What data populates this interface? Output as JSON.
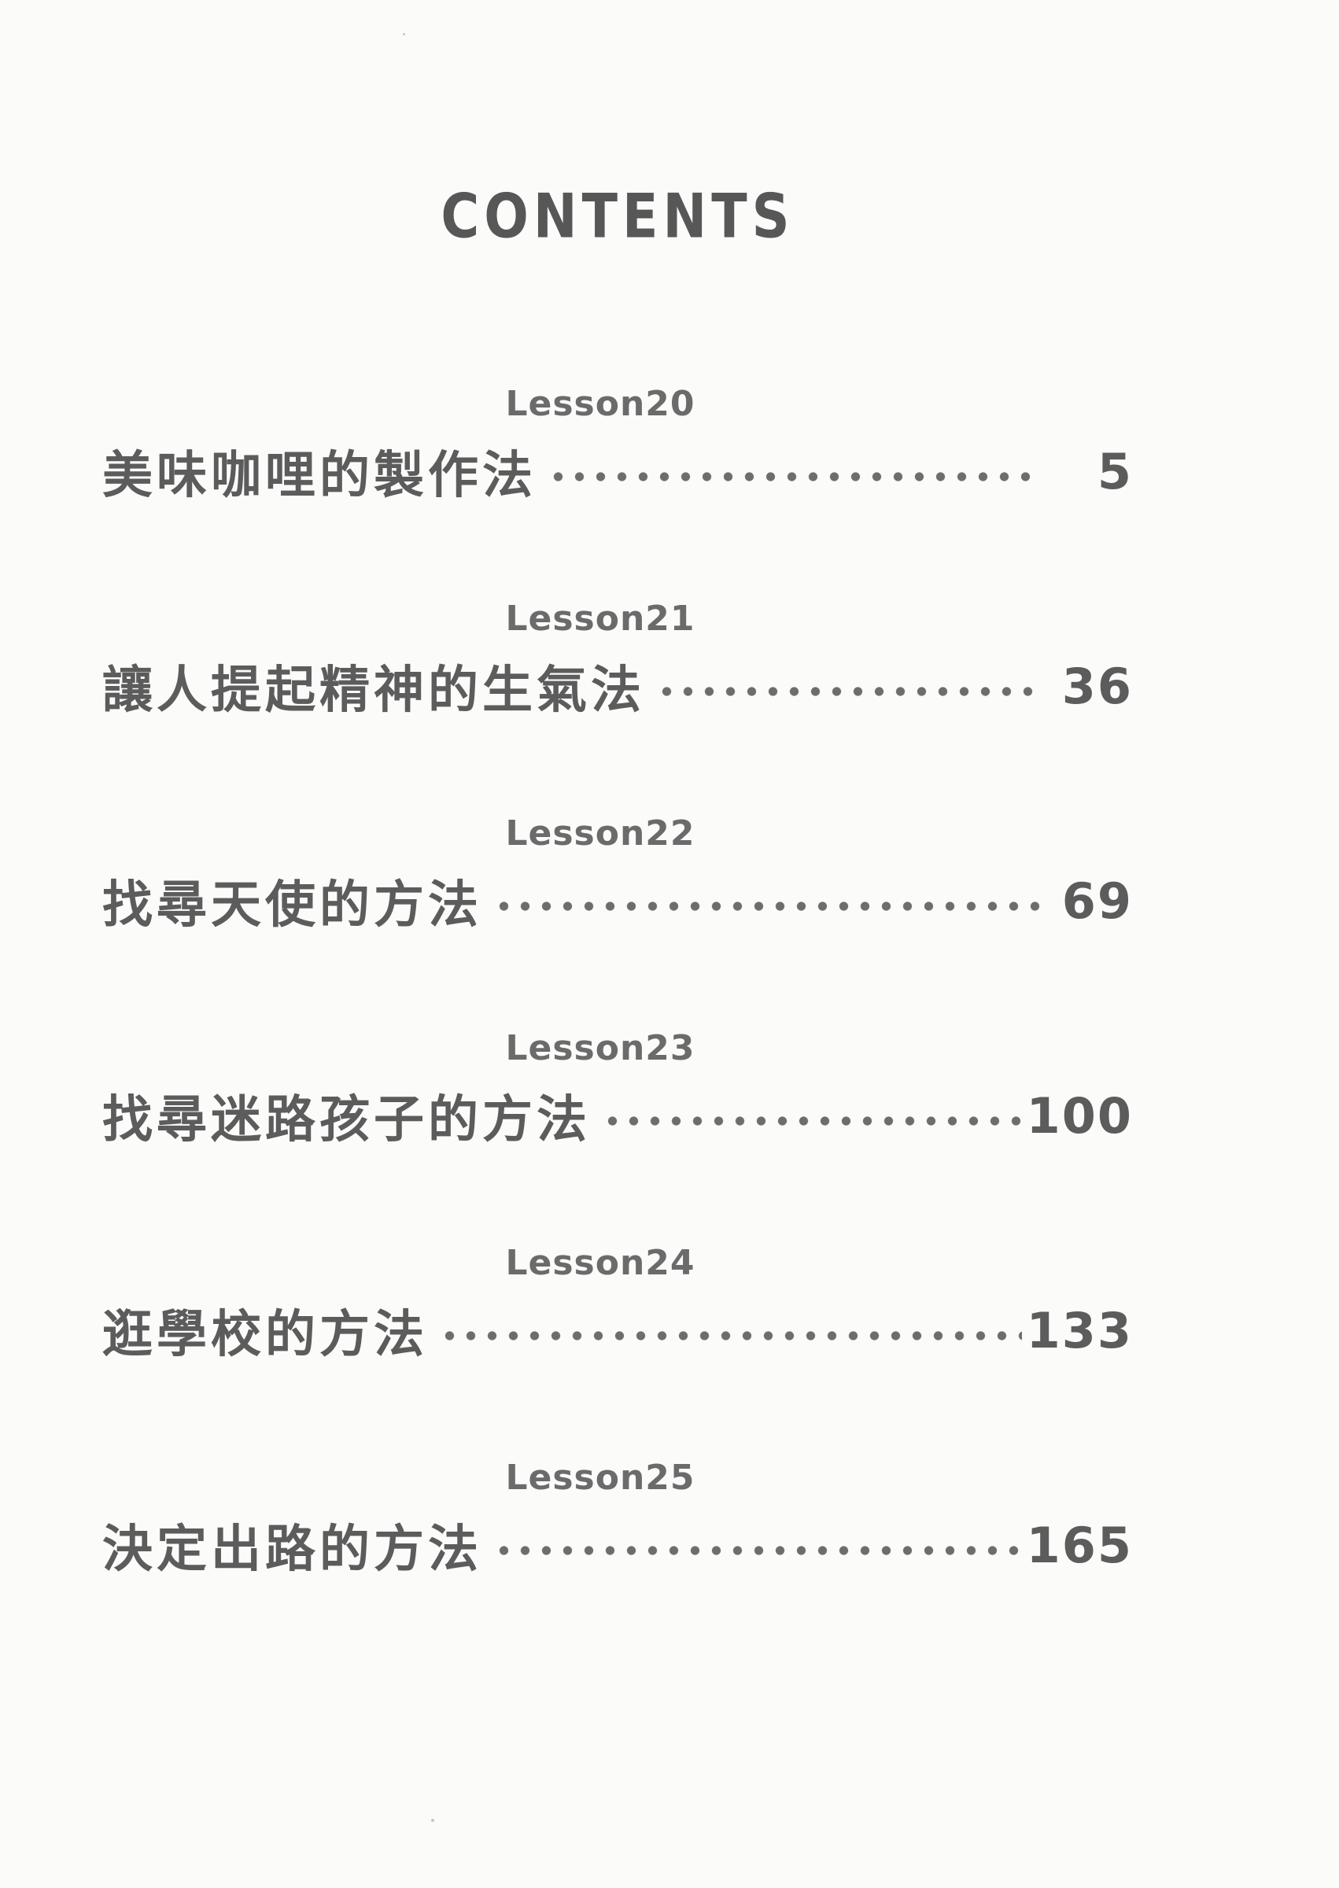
{
  "page": {
    "title": "CONTENTS",
    "text_color": "#5c5c5c",
    "paper_color": "#fbfbfa"
  },
  "toc": {
    "entries": [
      {
        "lesson": "Lesson20",
        "title": "美味咖哩的製作法",
        "page": "5"
      },
      {
        "lesson": "Lesson21",
        "title": "讓人提起精神的生氣法",
        "page": "36"
      },
      {
        "lesson": "Lesson22",
        "title": "找尋天使的方法",
        "page": "69"
      },
      {
        "lesson": "Lesson23",
        "title": "找尋迷路孩子的方法",
        "page": "100"
      },
      {
        "lesson": "Lesson24",
        "title": "逛學校的方法",
        "page": "133"
      },
      {
        "lesson": "Lesson25",
        "title": "決定出路的方法",
        "page": "165"
      }
    ]
  }
}
